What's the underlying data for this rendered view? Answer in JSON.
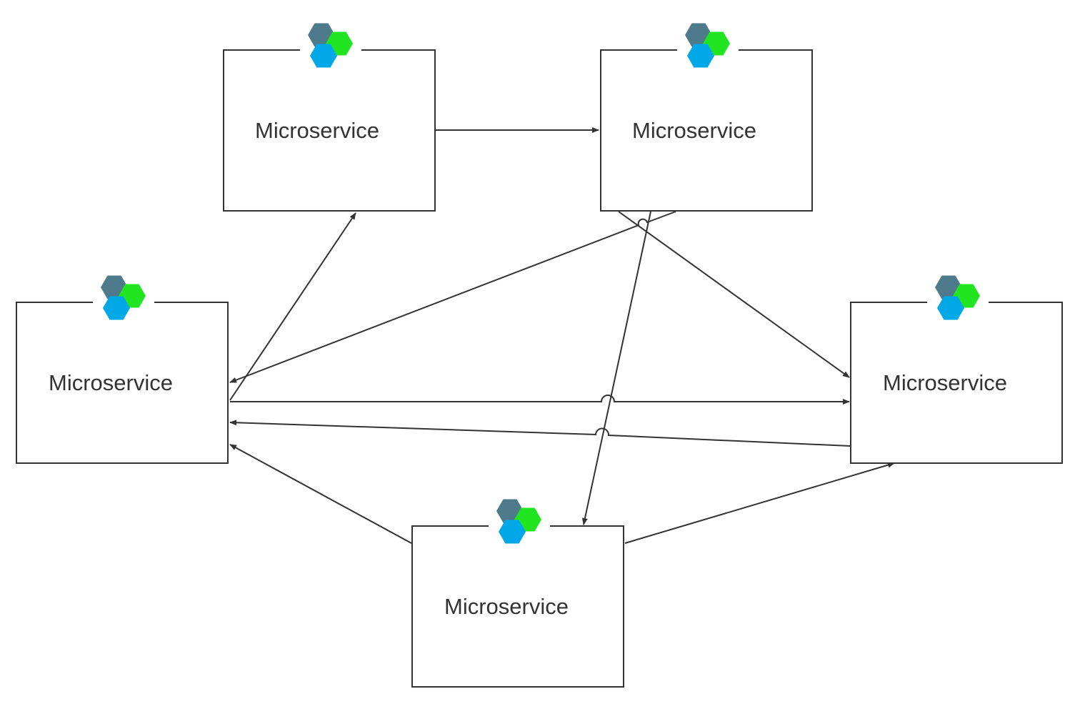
{
  "colors": {
    "line": "#333333",
    "hex_dark": "#4f7a8c",
    "hex_green": "#22e522",
    "hex_blue": "#00a8e8"
  },
  "logo_icon": "hexagon-cluster-icon",
  "services": [
    {
      "id": "top-left",
      "label": "Microservice"
    },
    {
      "id": "top-right",
      "label": "Microservice"
    },
    {
      "id": "mid-left",
      "label": "Microservice"
    },
    {
      "id": "mid-right",
      "label": "Microservice"
    },
    {
      "id": "bottom",
      "label": "Microservice"
    }
  ],
  "connections": [
    {
      "from": "top-left",
      "to": "top-right",
      "arrow": "end"
    },
    {
      "from": "mid-left",
      "to": "top-left",
      "arrow": "end"
    },
    {
      "from": "top-right",
      "to": "mid-left",
      "arrow": "end"
    },
    {
      "from": "top-right",
      "to": "mid-right",
      "arrow": "end"
    },
    {
      "from": "top-right",
      "to": "bottom",
      "arrow": "end"
    },
    {
      "from": "mid-left",
      "to": "mid-right",
      "arrow": "end"
    },
    {
      "from": "mid-right",
      "to": "mid-left",
      "arrow": "end"
    },
    {
      "from": "bottom",
      "to": "mid-left",
      "arrow": "end"
    },
    {
      "from": "bottom",
      "to": "mid-right",
      "arrow": "end"
    }
  ]
}
